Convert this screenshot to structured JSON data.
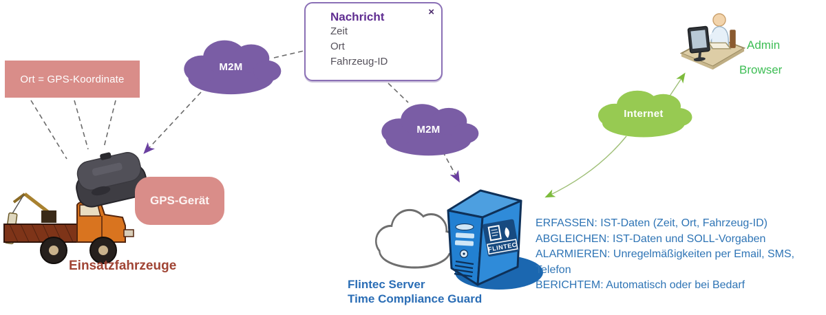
{
  "ort_box": {
    "label": "Ort = GPS-Koordinate"
  },
  "gps": {
    "device_label": "GPS-Gerät",
    "vehicle_label": "Einsatzfahrzeuge"
  },
  "nachricht": {
    "title": "Nachricht",
    "close": "×",
    "items": [
      "Zeit",
      "Ort",
      "Fahrzeug-ID"
    ]
  },
  "clouds": {
    "m2m_left": "M2M",
    "m2m_right": "M2M",
    "internet": "Internet"
  },
  "server": {
    "brand": "FLINTEC",
    "caption_line1": "Flintec Server",
    "caption_line2": "Time Compliance Guard",
    "functions": [
      "ERFASSEN: IST-Daten (Zeit, Ort, Fahrzeug-ID)",
      "ABGLEICHEN: IST-Daten und SOLL-Vorgaben",
      "ALARMIEREN: Unregelmäßigkeiten per Email, SMS, Telefon",
      "BERICHTEM: Automatisch oder bei Bedarf"
    ]
  },
  "admin": {
    "label": "Admin",
    "sublabel": "Browser"
  },
  "colors": {
    "salmon": "#d98d89",
    "purple_cloud": "#7a5da5",
    "green_cloud": "#97ca52",
    "blue_text": "#2e74b5",
    "green_text": "#3dbd54",
    "nachricht_purple": "#5f2d91",
    "vehicle_red": "#a04434"
  }
}
